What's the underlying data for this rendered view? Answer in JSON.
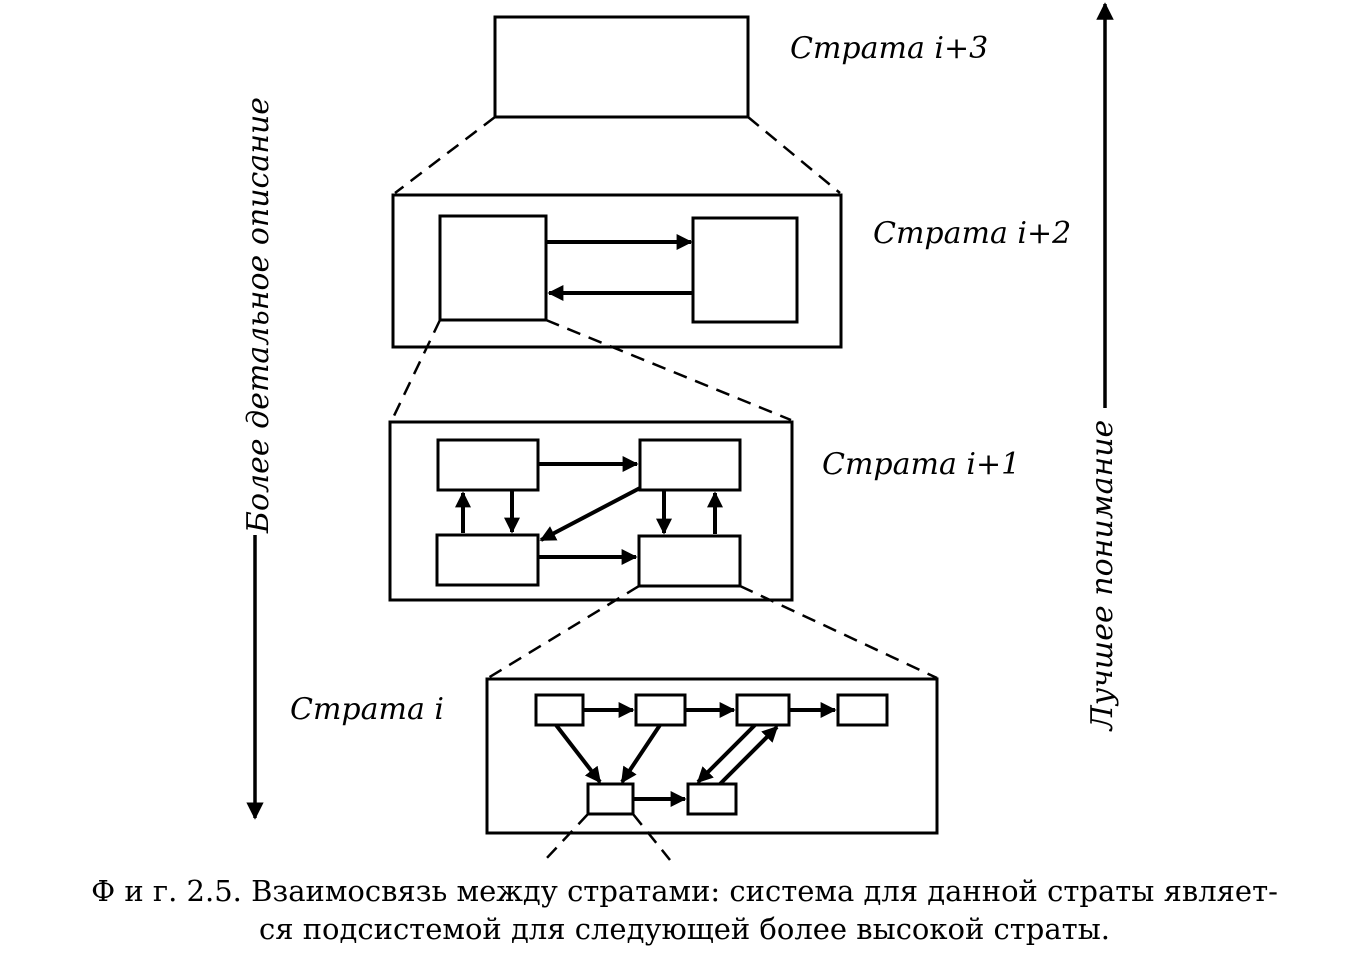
{
  "strata": {
    "s3": "Страта i+3",
    "s2": "Страта i+2",
    "s1": "Страта i+1",
    "s0": "Страта i"
  },
  "axes": {
    "left": "Более детальное описание",
    "right": "Лучшее понимание"
  },
  "caption": {
    "line1": "Ф и г. 2.5. Взаимосвязь между стратами: система для данной страты являет-",
    "line2": "ся подсистемой для следующей более высокой страты."
  }
}
